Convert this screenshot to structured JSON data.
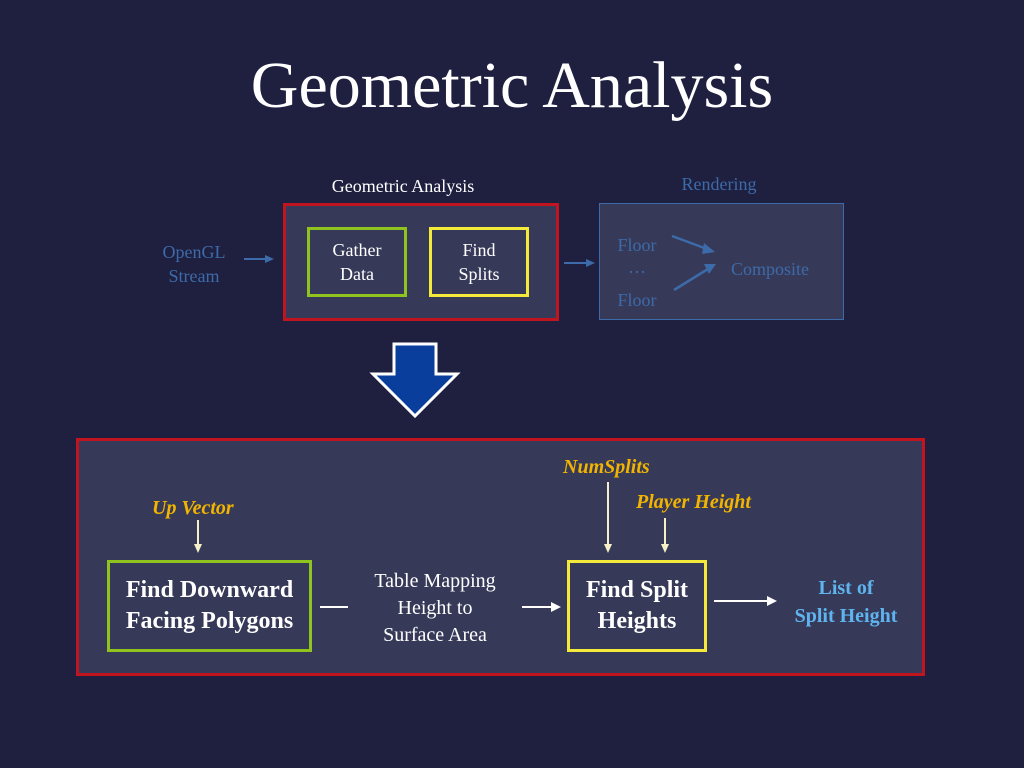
{
  "title": "Geometric Analysis",
  "top_diagram": {
    "analysis_label": "Geometric Analysis",
    "rendering_label": "Rendering",
    "input": "OpenGL\nStream",
    "gather_data": "Gather\nData",
    "find_splits": "Find\nSplits",
    "floor_top": "Floor",
    "ellipsis": "…",
    "floor_bottom": "Floor",
    "composite": "Composite"
  },
  "detail_diagram": {
    "up_vector": "Up Vector",
    "num_splits": "NumSplits",
    "player_height": "Player Height",
    "find_downward": "Find Downward\nFacing Polygons",
    "table_mapping": "Table Mapping\nHeight to\nSurface Area",
    "find_split_heights": "Find Split\nHeights",
    "output": "List of\nSplit Height"
  },
  "colors": {
    "background": "#1f2040",
    "box_fill": "#363a58",
    "red_border": "#c0141e",
    "green_border": "#8fc41e",
    "yellow_border": "#f4ea3a",
    "dim_blue": "#3d6aa8",
    "input_orange": "#f2b400",
    "output_blue": "#5fb4f0",
    "big_arrow": "#0a3e9c"
  }
}
